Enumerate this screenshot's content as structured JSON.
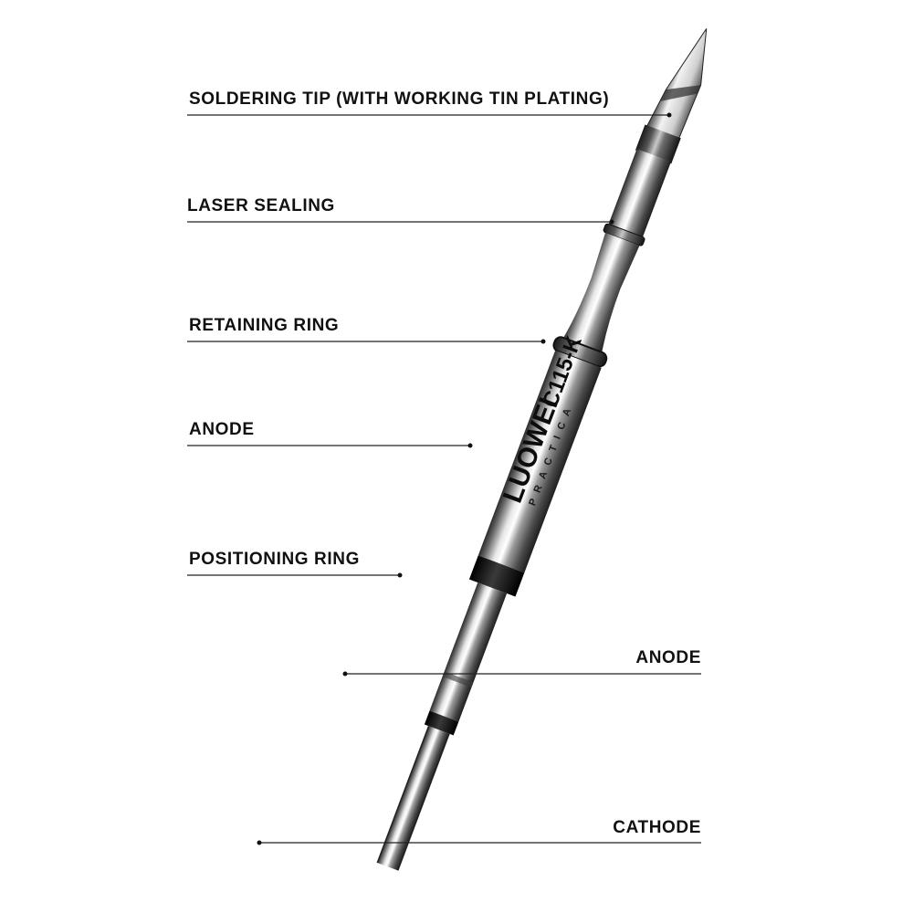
{
  "diagram": {
    "labels": [
      {
        "id": "soldering-tip",
        "text": "SOLDERING TIP (WITH WORKING TIN PLATING)"
      },
      {
        "id": "laser-sealing",
        "text": "LASER SEALING"
      },
      {
        "id": "retaining-ring",
        "text": "RETAINING RING"
      },
      {
        "id": "anode-upper",
        "text": "ANODE"
      },
      {
        "id": "positioning-ring",
        "text": "POSITIONING RING"
      },
      {
        "id": "anode-lower",
        "text": "ANODE"
      },
      {
        "id": "cathode",
        "text": "CATHODE"
      }
    ],
    "product": {
      "brand": "LUOWEI",
      "model": "C115-K",
      "subtitle": "PRACTICA"
    },
    "colors": {
      "text": "#111111",
      "leader_line": "#222222",
      "background": "#ffffff",
      "ring_dark": "#1a1a1a"
    }
  }
}
